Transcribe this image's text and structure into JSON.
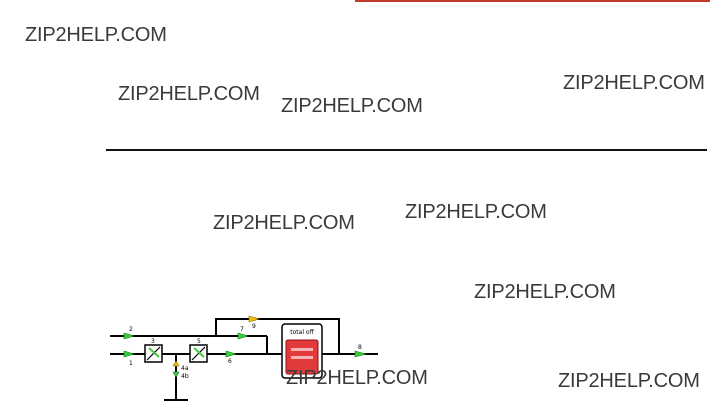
{
  "accent_line_color": "#c0392b",
  "watermark": "ZIP2HELP.COM",
  "diagram": {
    "switch_label": "total off",
    "switch_color": "#e03a3a",
    "arrow_green": "#3ecb3e",
    "arrow_yellow": "#f2c200",
    "labels": {
      "n1": "1",
      "n2": "2",
      "n3": "3",
      "n4a": "4a",
      "n4b": "4b",
      "n5": "5",
      "n6": "6",
      "n7": "7",
      "n8": "8",
      "n9": "9"
    }
  }
}
